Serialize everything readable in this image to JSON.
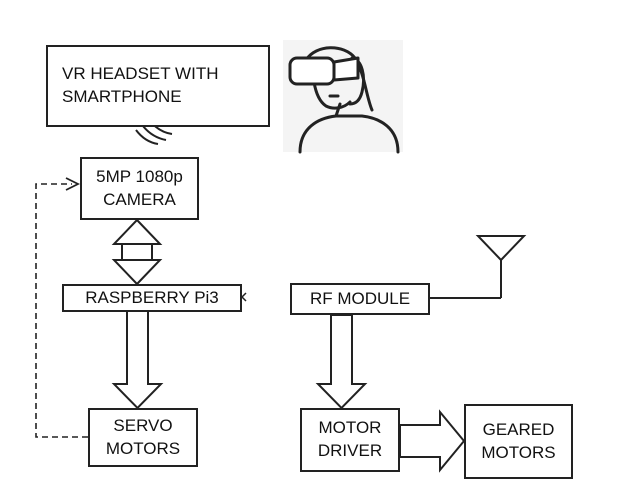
{
  "blocks": {
    "vr_headset": "VR HEADSET WITH\nSMARTPHONE",
    "camera": "5MP 1080p\nCAMERA",
    "raspberry_pi": "RASPBERRY Pi3",
    "servo_motors": "SERVO\nMOTORS",
    "rf_module": "RF MODULE",
    "motor_driver": "MOTOR\nDRIVER",
    "geared_motors": "GEARED\nMOTORS"
  },
  "icons": {
    "vr_user": "vr-user-icon",
    "wireless": "wireless-signal-icon",
    "antenna": "antenna-icon"
  },
  "colors": {
    "line": "#222222",
    "background": "#ffffff"
  }
}
